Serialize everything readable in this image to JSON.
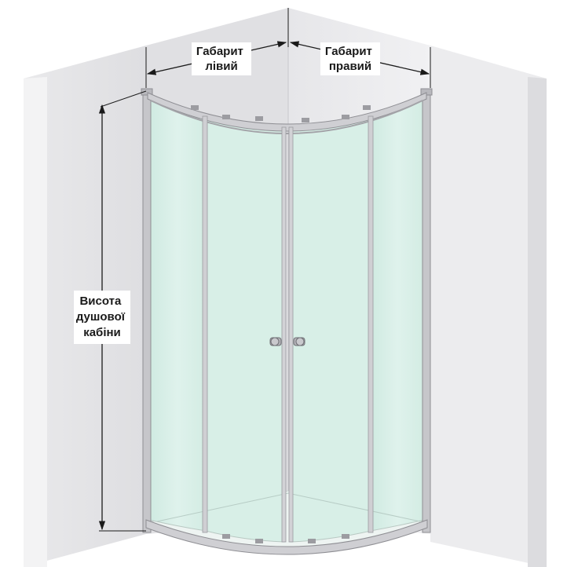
{
  "labels": {
    "left_width": [
      "Габарит",
      "лівий"
    ],
    "right_width": [
      "Габарит",
      "правий"
    ],
    "height": [
      "Висота",
      "душової",
      "кабіни"
    ]
  },
  "colors": {
    "wall_light": "#ececee",
    "wall_mid": "#e3e3e5",
    "wall_dark": "#d7d7da",
    "glass": "#d6eee6",
    "glass_dark": "#c9e6dc",
    "frame": "#c4c4c8",
    "frame_edge": "#8e8e93",
    "text": "#1a1a1a",
    "arrow": "#1a1a1a"
  }
}
